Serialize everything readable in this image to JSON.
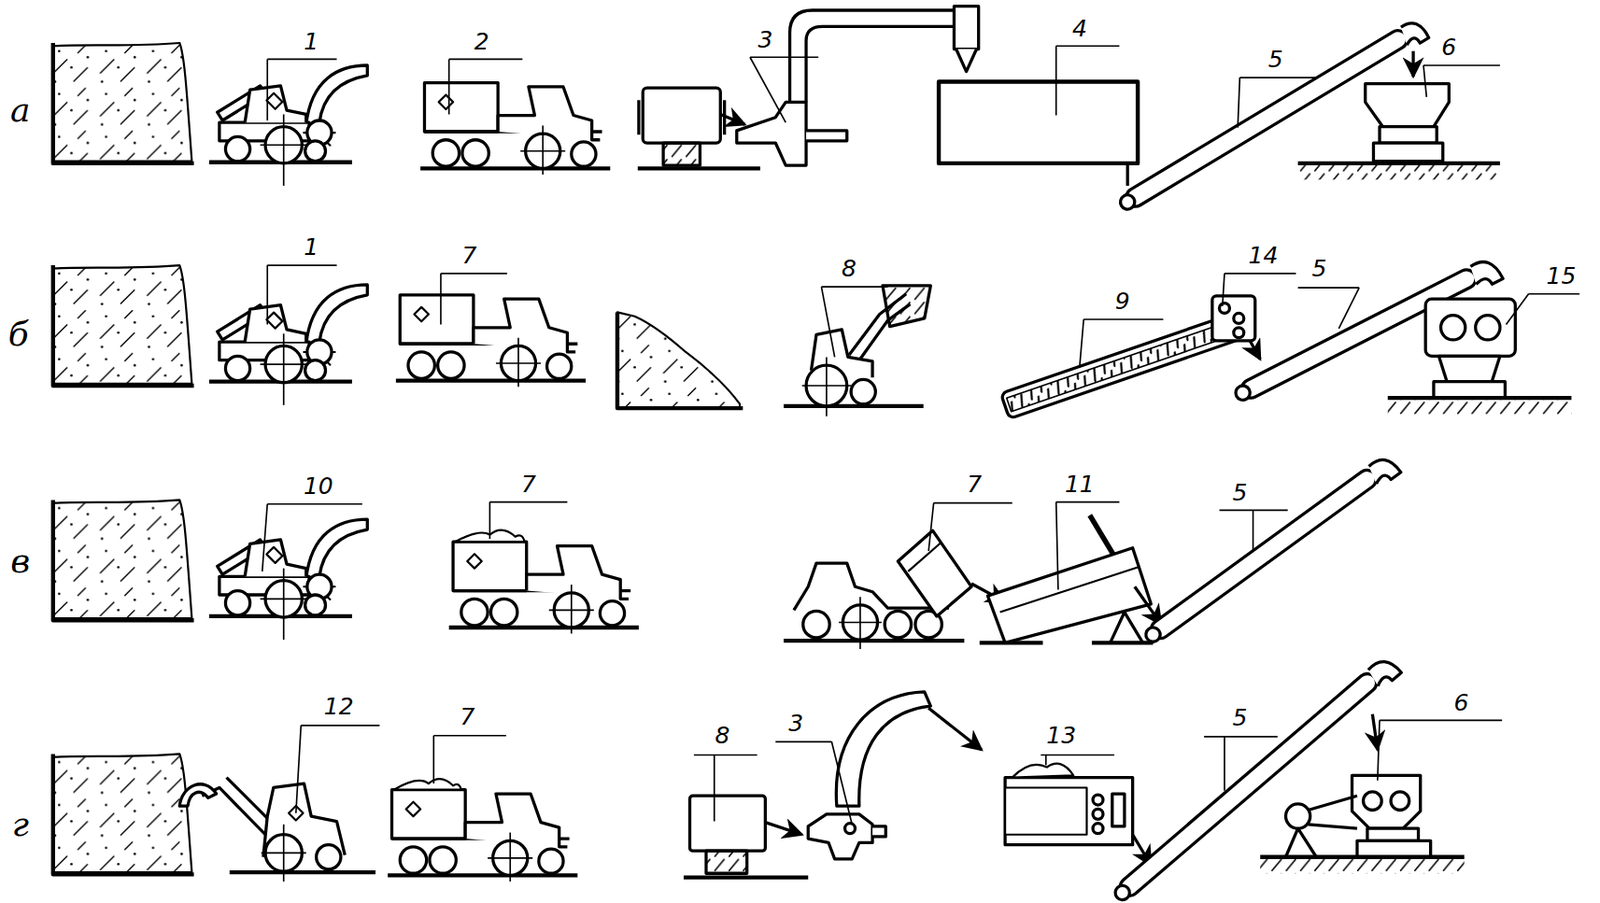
{
  "diagram": {
    "labels": [
      "а",
      "1",
      "2",
      "3",
      "4",
      "5",
      "6",
      "б",
      "1",
      "7",
      "8",
      "9",
      "14",
      "5",
      "15",
      "в",
      "10",
      "7",
      "7",
      "11",
      "5",
      "г",
      "12",
      "7",
      "8",
      "3",
      "13",
      "5",
      "6"
    ]
  }
}
